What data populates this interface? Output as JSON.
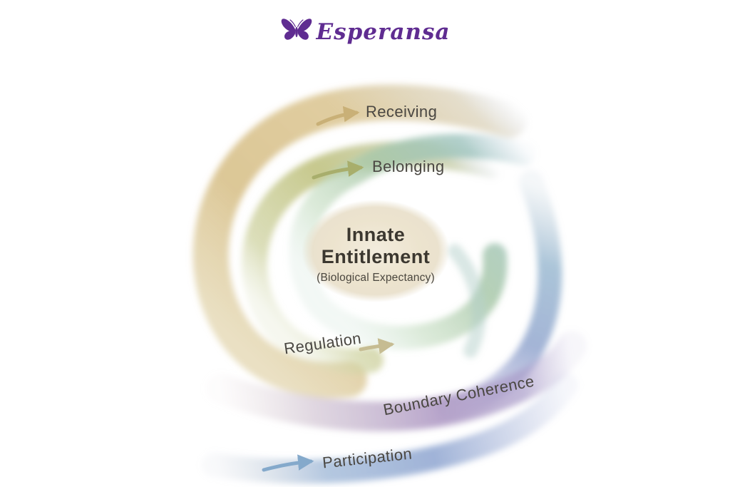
{
  "brand": {
    "name": "Esperansa",
    "color": "#5f2c91"
  },
  "diagram": {
    "center": {
      "line1": "Innate",
      "line2": "Entitlement",
      "subtitle": "(Biological Expectancy)"
    },
    "labels": {
      "receiving": "Receiving",
      "belonging": "Belonging",
      "regulation": "Regulation",
      "boundary_coherence": "Boundary Coherence",
      "participation": "Participation"
    },
    "colors": {
      "gold": "#c9b077",
      "olive": "#a8ae6c",
      "tan": "#c6bc92",
      "teal": "#9dc3bd",
      "blue": "#84a9cb",
      "purple": "#ac96c2",
      "center_fill": "#ece3cd",
      "text": "#4a4742"
    }
  }
}
